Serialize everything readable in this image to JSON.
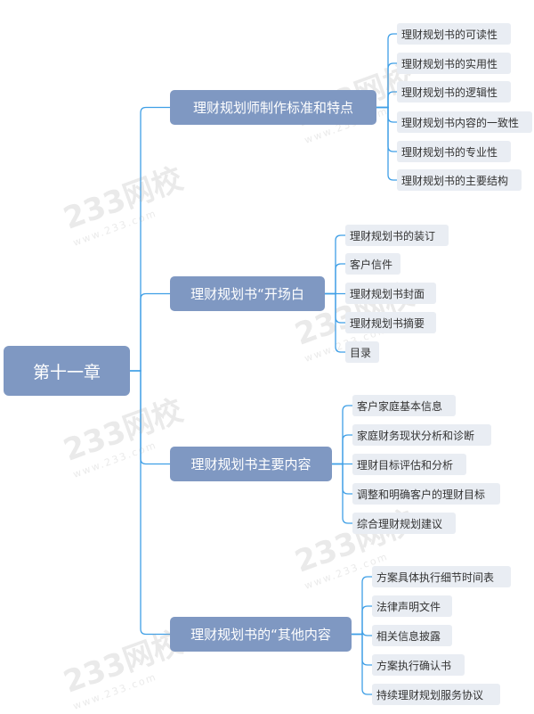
{
  "root": {
    "label": "第十一章"
  },
  "branches": [
    {
      "label": "理财规划师制作标准和特点",
      "children": [
        "理财规划书的可读性",
        "理财规划书的实用性",
        "理财规划书的逻辑性",
        "理财规划书内容的一致性",
        "理财规划书的专业性",
        "理财规划书的主要结构"
      ]
    },
    {
      "label": "理财规划书“开场白",
      "children": [
        "理财规划书的装订",
        "客户信件",
        "理财规划书封面",
        "理财规划书摘要",
        "目录"
      ]
    },
    {
      "label": "理财规划书主要内容",
      "children": [
        "客户家庭基本信息",
        "家庭财务现状分析和诊断",
        "理财目标评估和分析",
        "调整和明确客户的理财目标",
        "综合理财规划建议"
      ]
    },
    {
      "label": "理财规划书的“其他内容",
      "children": [
        "方案具体执行细节时间表",
        "法律声明文件",
        "相关信息披露",
        "方案执行确认书",
        "持续理财规划服务协议"
      ]
    }
  ],
  "watermark": {
    "main": "233网校",
    "sub": "www.233.com"
  },
  "colors": {
    "node": "#7f98c2",
    "leaf_bg": "#e9edf3",
    "line": "#3f9fe6"
  }
}
